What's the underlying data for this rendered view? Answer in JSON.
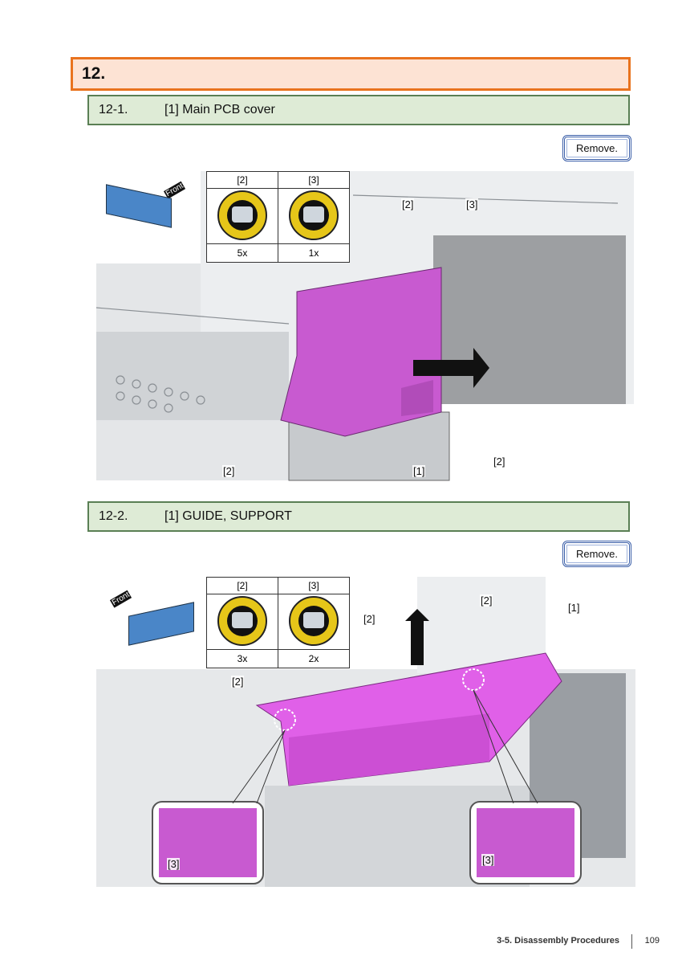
{
  "section": {
    "title": "12."
  },
  "steps": [
    {
      "number": "12-1.",
      "title": "[1] Main PCB cover",
      "action": "Remove.",
      "screws": [
        {
          "label": "[2]",
          "count": "5x"
        },
        {
          "label": "[3]",
          "count": "1x"
        }
      ],
      "front_label": "Front",
      "callouts": [
        "[2]",
        "[3]",
        "[2]",
        "[1]",
        "[2]"
      ]
    },
    {
      "number": "12-2.",
      "title": "[1] GUIDE, SUPPORT",
      "action": "Remove.",
      "screws": [
        {
          "label": "[2]",
          "count": "3x"
        },
        {
          "label": "[3]",
          "count": "2x"
        }
      ],
      "front_label": "Front",
      "callouts": [
        "[2]",
        "[2]",
        "[1]",
        "[2]",
        "[3]",
        "[3]"
      ]
    }
  ],
  "footer": {
    "section": "3-5. Disassembly Procedures",
    "page": "109"
  },
  "colors": {
    "part_highlight": "#c85ad0",
    "section_border": "#e9731e",
    "step_border": "#5a7f54",
    "button_border": "#3a5ea8"
  }
}
